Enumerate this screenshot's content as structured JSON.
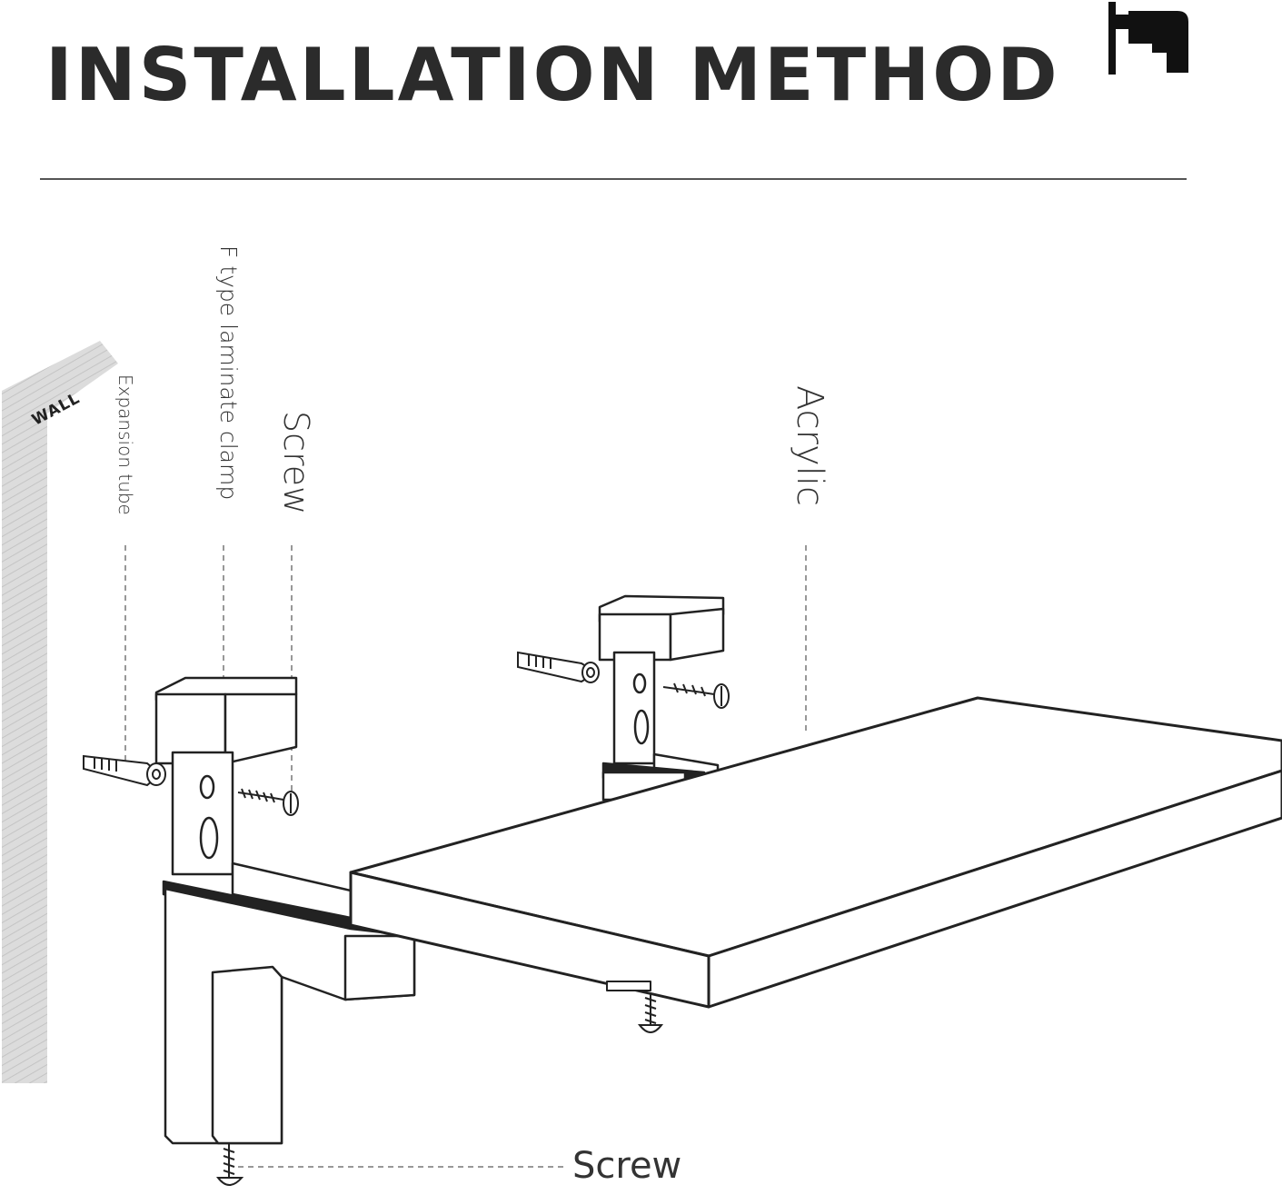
{
  "title": "INSTALLATION METHOD",
  "icon": "drill-icon",
  "labels": {
    "wall": "WALL",
    "expansion_tube": "Expansion tube",
    "f_clamp": "F type laminate clamp",
    "screw_top": "Screw",
    "acrylic": "Acrylic",
    "screw_bottom": "Screw"
  },
  "colors": {
    "ink": "#222222",
    "wall_fill": "#d9d9d9"
  }
}
